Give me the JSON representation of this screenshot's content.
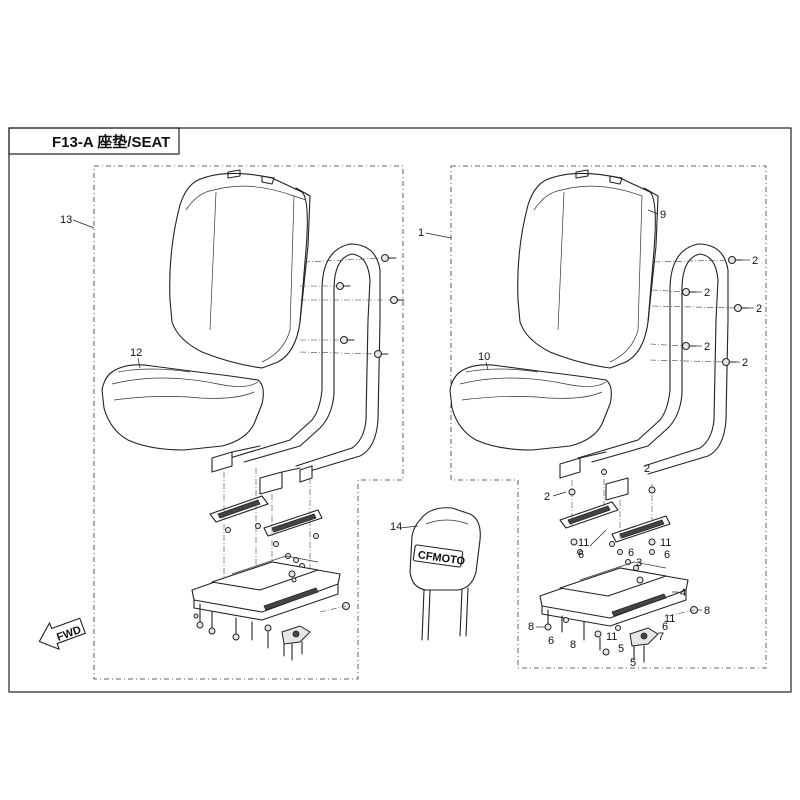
{
  "diagram": {
    "title": "F13-A 座垫/SEAT",
    "headrest_logo": "CFMOTO",
    "fwd_label": "FWD",
    "left_assembly": {
      "callouts": [
        "13",
        "12"
      ]
    },
    "headrest": {
      "callouts": [
        "14"
      ]
    },
    "right_assembly": {
      "callouts": [
        "1",
        "9",
        "10",
        "2",
        "2",
        "2",
        "2",
        "2",
        "2",
        "2",
        "11",
        "6",
        "11",
        "6",
        "6",
        "3",
        "4",
        "8",
        "11",
        "8",
        "6",
        "7",
        "11",
        "6",
        "8",
        "5",
        "5"
      ]
    }
  }
}
